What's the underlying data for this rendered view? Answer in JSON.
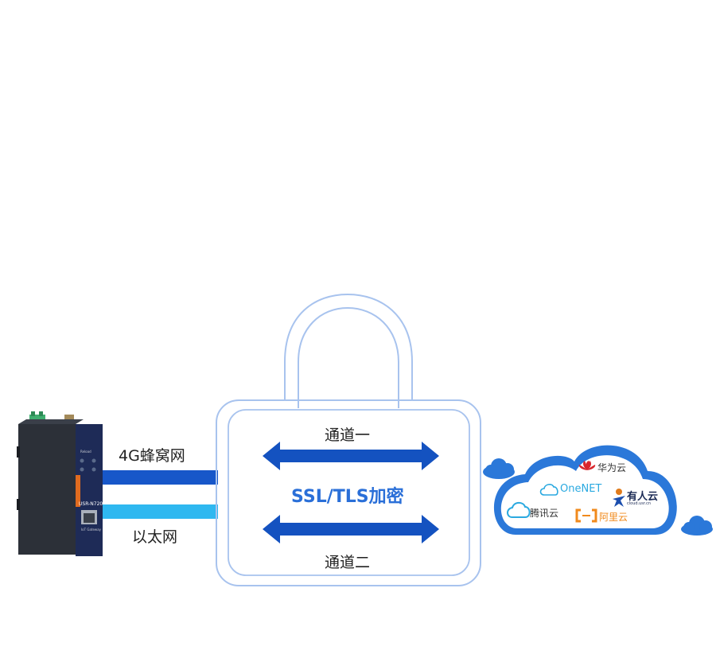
{
  "links": {
    "cellular_label": "4G蜂窝网",
    "ethernet_label": "以太网"
  },
  "tunnel": {
    "channel1_label": "通道一",
    "channel2_label": "通道二",
    "encryption_label": "SSL/TLS加密"
  },
  "device": {
    "model_label": "USR-N720",
    "sublabel": "IoT Gateway",
    "top_label": "Reload"
  },
  "cloud": {
    "providers": {
      "huawei": "华为云",
      "onenet": "OneNET",
      "usr": "有人云",
      "usr_url": "cloud.usr.cn",
      "tencent": "腾讯云",
      "aliyun": "阿里云"
    }
  },
  "colors": {
    "cellular_line": "#1757c9",
    "ethernet_line": "#2fb8f0",
    "arrow": "#1452c0",
    "lock_outline": "#a8c3ee",
    "encryption_text": "#2a6fd8",
    "cloud_fill": "#2b78d9",
    "huawei": "#d9262c",
    "onenet": "#2aa9e0",
    "aliyun": "#f08a1c"
  }
}
